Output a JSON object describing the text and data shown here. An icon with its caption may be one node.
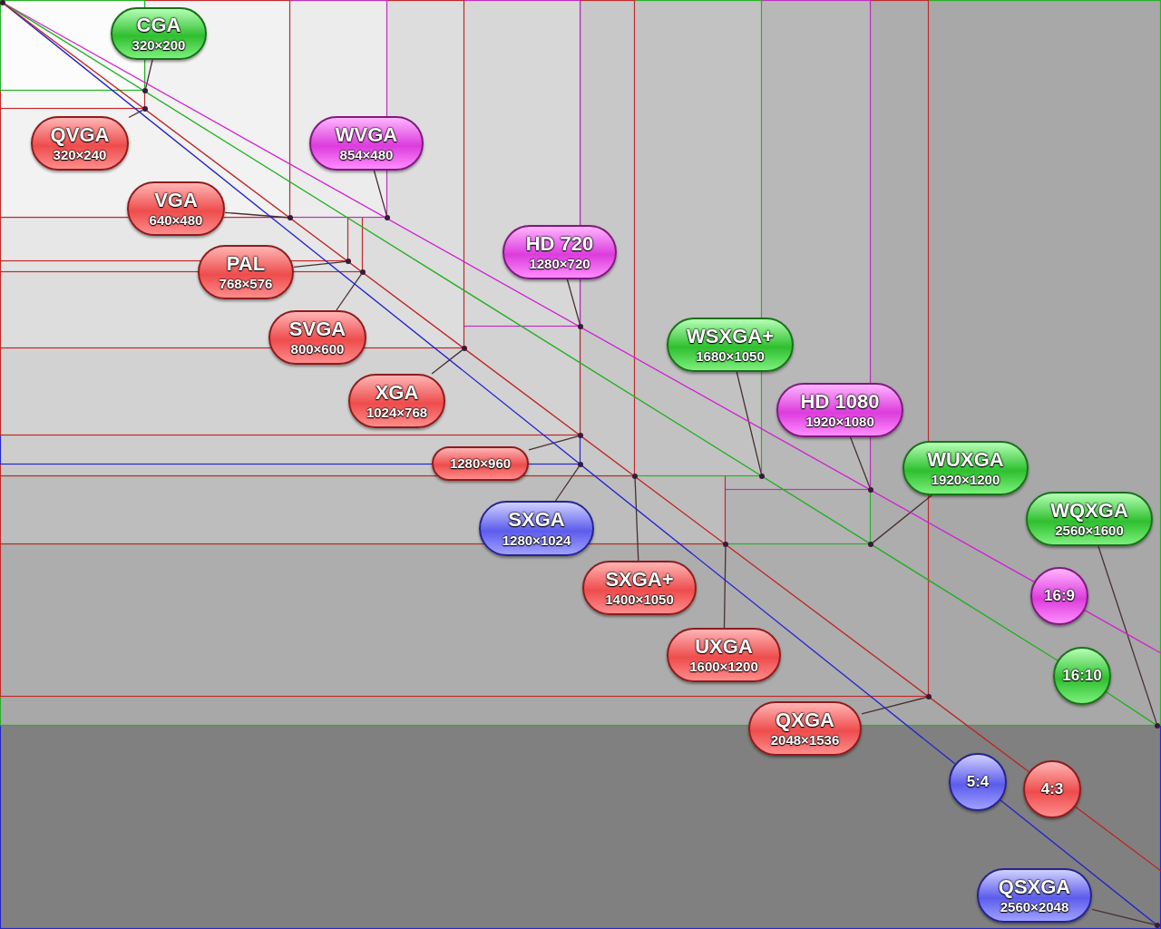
{
  "diagram": {
    "nodes": [
      {
        "text": [
          "CGA",
          "320×200"
        ]
      },
      {
        "text": [
          "QVGA",
          "320×240"
        ]
      },
      {
        "text": [
          "VGA",
          "640×480"
        ]
      },
      {
        "text": [
          "WVGA",
          "854×480"
        ]
      },
      {
        "text": [
          "PAL",
          "768×576"
        ]
      },
      {
        "text": [
          "SVGA",
          "800×600"
        ]
      },
      {
        "text": [
          "HD 720",
          "1280×720"
        ]
      },
      {
        "text": [
          "XGA",
          "1024×768"
        ]
      },
      {
        "text": [
          "1280×960"
        ]
      },
      {
        "text": [
          "WSXGA+",
          "1680×1050"
        ]
      },
      {
        "text": [
          "HD 1080",
          "1920×1080"
        ]
      },
      {
        "text": [
          "SXGA",
          "1280×1024"
        ]
      },
      {
        "text": [
          "WUXGA",
          "1920×1200"
        ]
      },
      {
        "text": [
          "WQXGA",
          "2560×1600"
        ]
      },
      {
        "text": [
          "SXGA+",
          "1400×1050"
        ]
      },
      {
        "text": [
          "UXGA",
          "1600×1200"
        ]
      },
      {
        "text": [
          "QXGA",
          "2048×1536"
        ]
      },
      {
        "text": [
          "QSXGA",
          "2560×2048"
        ]
      },
      {
        "text": [
          "16:9"
        ]
      },
      {
        "text": [
          "16:10"
        ]
      },
      {
        "text": [
          "5:4"
        ]
      },
      {
        "text": [
          "4:3"
        ]
      },
      {
        "text": [],
        "shape": "circle"
      },
      {
        "text": [],
        "shape": "circle"
      },
      {
        "text": [],
        "shape": "circle"
      },
      {
        "text": [],
        "shape": "circle"
      },
      {
        "text": [],
        "shape": "circle"
      },
      {
        "text": [],
        "shape": "circle"
      },
      {
        "text": [],
        "shape": "circle"
      },
      {
        "text": [],
        "shape": "circle"
      },
      {
        "text": [],
        "shape": "circle"
      },
      {
        "text": [],
        "shape": "circle"
      },
      {
        "text": [],
        "shape": "circle"
      },
      {
        "text": [],
        "shape": "circle"
      },
      {
        "text": [],
        "shape": "circle"
      },
      {
        "text": [],
        "shape": "circle"
      },
      {
        "text": [],
        "shape": "circle"
      },
      {
        "text": [],
        "shape": "circle"
      },
      {
        "text": [],
        "shape": "circle"
      },
      {
        "text": [],
        "shape": "circle"
      },
      {
        "text": [],
        "shape": "circle"
      }
    ],
    "edges": [
      {
        "from": 0,
        "to": 22,
        "arrow": "none"
      },
      {
        "from": 1,
        "to": 23,
        "arrow": "none"
      },
      {
        "from": 2,
        "to": 24,
        "arrow": "none"
      },
      {
        "from": 3,
        "to": 25,
        "arrow": "none"
      },
      {
        "from": 4,
        "to": 26,
        "arrow": "none"
      },
      {
        "from": 5,
        "to": 27,
        "arrow": "none"
      },
      {
        "from": 6,
        "to": 28,
        "arrow": "none"
      },
      {
        "from": 7,
        "to": 29,
        "arrow": "none"
      },
      {
        "from": 8,
        "to": 30,
        "arrow": "none"
      },
      {
        "from": 9,
        "to": 31,
        "arrow": "none"
      },
      {
        "from": 10,
        "to": 32,
        "arrow": "none"
      },
      {
        "from": 11,
        "to": 33,
        "arrow": "none"
      },
      {
        "from": 12,
        "to": 34,
        "arrow": "none"
      },
      {
        "from": 13,
        "to": 35,
        "arrow": "none"
      },
      {
        "from": 14,
        "to": 36,
        "arrow": "none"
      },
      {
        "from": 15,
        "to": 37,
        "arrow": "none"
      },
      {
        "from": 16,
        "to": 38,
        "arrow": "none"
      },
      {
        "from": 17,
        "to": 39,
        "arrow": "none"
      },
      {
        "from": 40,
        "to": 18,
        "arrow": "none",
        "color": "#d020d0"
      },
      {
        "from": 18,
        "to": null,
        "arrow": "none",
        "color": "#d020d0"
      },
      {
        "from": 40,
        "to": 19,
        "arrow": "none",
        "color": "#20b020"
      },
      {
        "from": 19,
        "to": 35,
        "arrow": "none",
        "color": "#20b020"
      },
      {
        "from": 40,
        "to": 20,
        "arrow": "none",
        "color": "#2020d0"
      },
      {
        "from": 20,
        "to": 39,
        "arrow": "none",
        "color": "#2020d0"
      },
      {
        "from": 40,
        "to": 21,
        "arrow": "none",
        "color": "#c02020"
      },
      {
        "from": 21,
        "to": null,
        "arrow": "none",
        "color": "#c02020"
      }
    ]
  }
}
